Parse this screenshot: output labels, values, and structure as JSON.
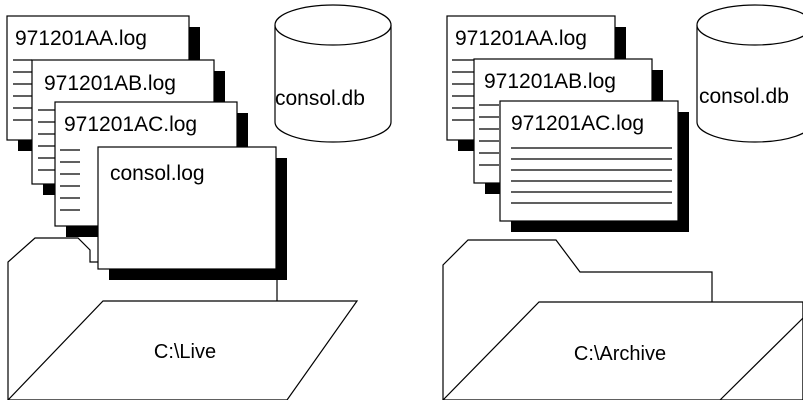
{
  "live": {
    "files": [
      "971201AA.log",
      "971201AB.log",
      "971201AC.log"
    ],
    "consol_log": "consol.log",
    "database": "consol.db",
    "folder": "C:\\Live"
  },
  "archive": {
    "files": [
      "971201AA.log",
      "971201AB.log",
      "971201AC.log"
    ],
    "database": "consol.db",
    "folder": "C:\\Archive"
  },
  "colors": {
    "ink": "#000000",
    "paper": "#ffffff"
  }
}
